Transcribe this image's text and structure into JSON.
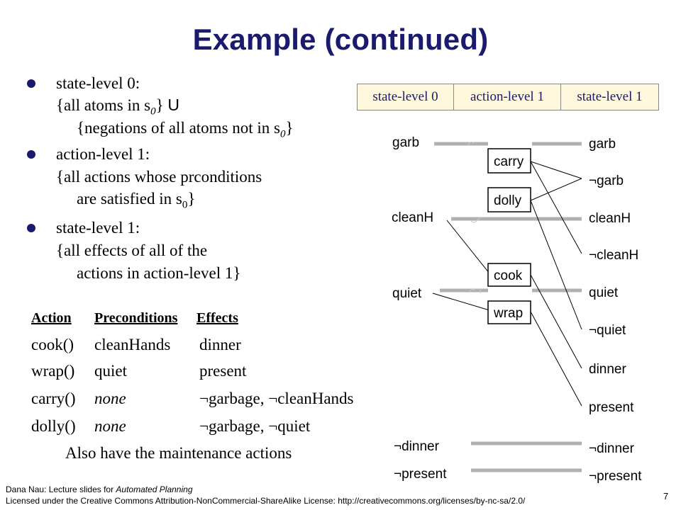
{
  "title": "Example (continued)",
  "bullets": {
    "b1": {
      "label": "state-level 0:",
      "l2a": "{all atoms in s",
      "l2sub": "0",
      "l2b": "}",
      "union": "U",
      "l3a": "{negations of all atoms not in s",
      "l3sub": "0",
      "l3b": "}"
    },
    "b2": {
      "label": "action-level 1:",
      "l2": "{all actions whose prconditions",
      "l3a": "are satisfied in s",
      "l3sub": "0",
      "l3b": "}"
    },
    "b3": {
      "label": "state-level 1:",
      "l2": "{all effects of all of the",
      "l3": "actions in action-level 1}"
    }
  },
  "table": {
    "headers": [
      "Action",
      "Preconditions",
      "Effects"
    ],
    "rows": [
      {
        "action": "cook()",
        "pre": "cleanHands",
        "eff": "dinner"
      },
      {
        "action": "wrap()",
        "pre": "quiet",
        "eff": "present"
      },
      {
        "action": "carry()",
        "pre": "none",
        "eff": "¬garbage, ¬cleanHands"
      },
      {
        "action": "dolly()",
        "pre": "none",
        "eff": "¬garbage, ¬quiet"
      }
    ],
    "note": "Also have the maintenance actions"
  },
  "diagram": {
    "level_headers": [
      "state-level 0",
      "action-level 1",
      "state-level 1"
    ],
    "left_props": [
      "garb",
      "cleanH",
      "quiet"
    ],
    "actions": [
      "carry",
      "dolly",
      "cook",
      "wrap"
    ],
    "right_props": [
      "garb",
      "¬garb",
      "cleanH",
      "¬cleanH",
      "quiet",
      "¬quiet",
      "dinner",
      "present"
    ],
    "bottom_left": [
      "¬dinner",
      "¬present"
    ],
    "bottom_right": [
      "¬dinner",
      "¬present"
    ]
  },
  "footer": {
    "line1a": "Dana Nau:  Lecture slides for ",
    "line1b": "Automated Planning",
    "line2": "Licensed under the Creative Commons Attribution-NonCommercial-ShareAlike License: http://creativecommons.org/licenses/by-nc-sa/2.0/",
    "page": "7"
  },
  "colors": {
    "title": "#1a1a6e",
    "maintenance_line": "#b0b0b0",
    "header_fill": "#fff8dc"
  }
}
